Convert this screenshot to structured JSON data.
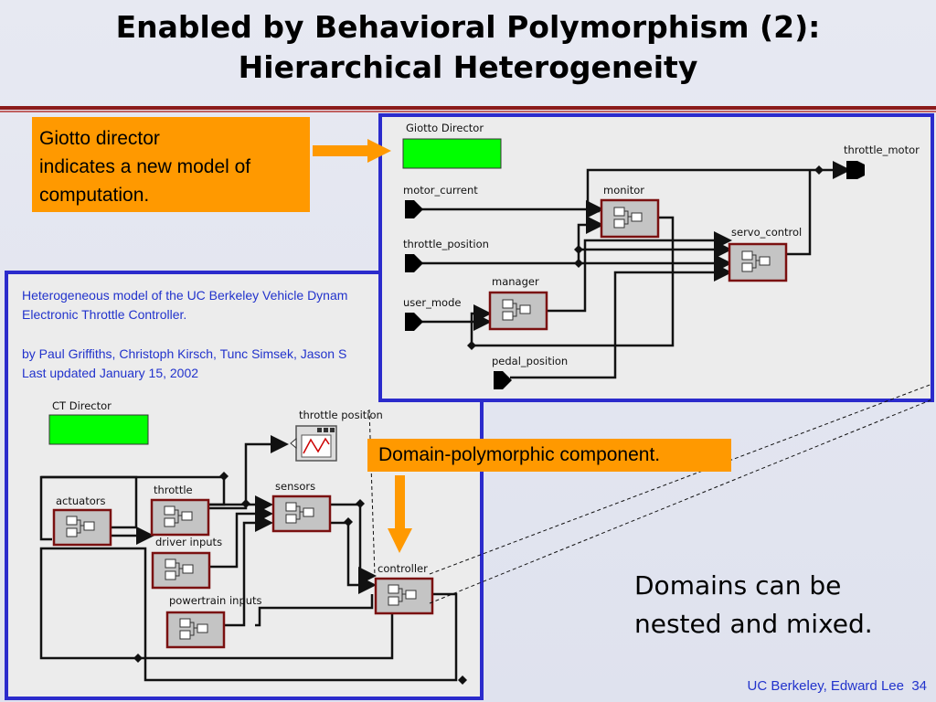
{
  "title": {
    "line1": "Enabled by Behavioral Polymorphism (2):",
    "line2": "Hierarchical Heterogeneity"
  },
  "callouts": {
    "giotto": [
      "Giotto director",
      "indicates a new model of",
      "computation."
    ],
    "domain_poly": "Domain-polymorphic component."
  },
  "nested_text": "Domains can be nested and mixed.",
  "nested_lines": [
    "Domains can be",
    "nested and mixed."
  ],
  "footer": {
    "text": "UC Berkeley, Edward Lee",
    "page": "34"
  },
  "ct_model": {
    "description": [
      "Heterogeneous model of the UC Berkeley Vehicle Dynam",
      "Electronic Throttle Controller.",
      "",
      "by Paul Griffiths, Christoph Kirsch, Tunc Simsek, Jason S",
      "Last updated January 15, 2002"
    ],
    "director": "CT Director",
    "blocks": {
      "actuators": "actuators",
      "throttle": "throttle",
      "sensors": "sensors",
      "driver_inputs": "driver inputs",
      "powertrain_inputs": "powertrain inputs",
      "controller": "controller",
      "throttle_position": "throttle position"
    }
  },
  "giotto_model": {
    "director": "Giotto Director",
    "ports": {
      "motor_current": "motor_current",
      "throttle_position": "throttle_position",
      "user_mode": "user_mode",
      "pedal_position": "pedal_position",
      "throttle_motor": "throttle_motor"
    },
    "blocks": {
      "monitor": "monitor",
      "manager": "manager",
      "servo_control": "servo_control"
    }
  },
  "colors": {
    "accent_orange": "#ff9900",
    "panel_border": "#2b2bcc",
    "director_green": "#00ff00",
    "block_border": "#7a1010",
    "title_rule": "#8b1a1a"
  }
}
